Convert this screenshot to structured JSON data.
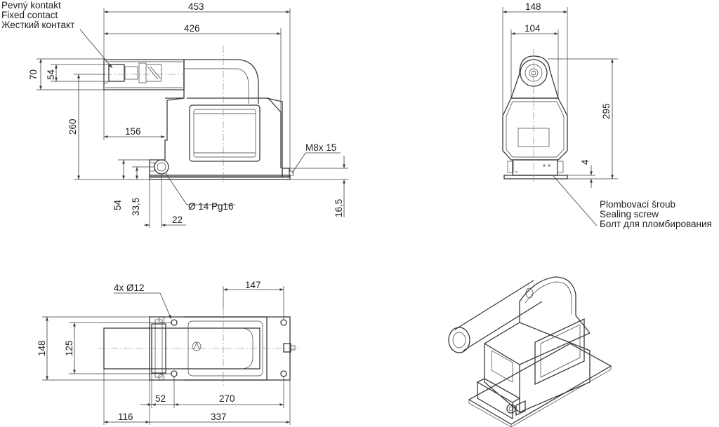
{
  "contact_labels": [
    "Pevný kontakt",
    "Fixed contact",
    "Жесткий контакт"
  ],
  "seal_labels": [
    "Plombovací šroub",
    "Sealing screw",
    "Болт для пломбирования"
  ],
  "front_view": {
    "dims": {
      "d453": "453",
      "d426": "426",
      "d70": "70",
      "d54_top": "54",
      "d260": "260",
      "d156": "156",
      "d54_bot": "54",
      "d33_5": "33,5",
      "d22": "22",
      "d16_5": "16,5"
    },
    "thread_label": "M8x 15",
    "gland_label": "Ø 14 Pg16"
  },
  "side_view": {
    "dims": {
      "d148": "148",
      "d104": "104",
      "d295": "295",
      "d4": "4"
    }
  },
  "top_view": {
    "dims": {
      "d147": "147",
      "d148": "148",
      "d125": "125",
      "d52": "52",
      "d270": "270",
      "d116": "116",
      "d337": "337"
    },
    "holes_label": "4x Ø12"
  }
}
